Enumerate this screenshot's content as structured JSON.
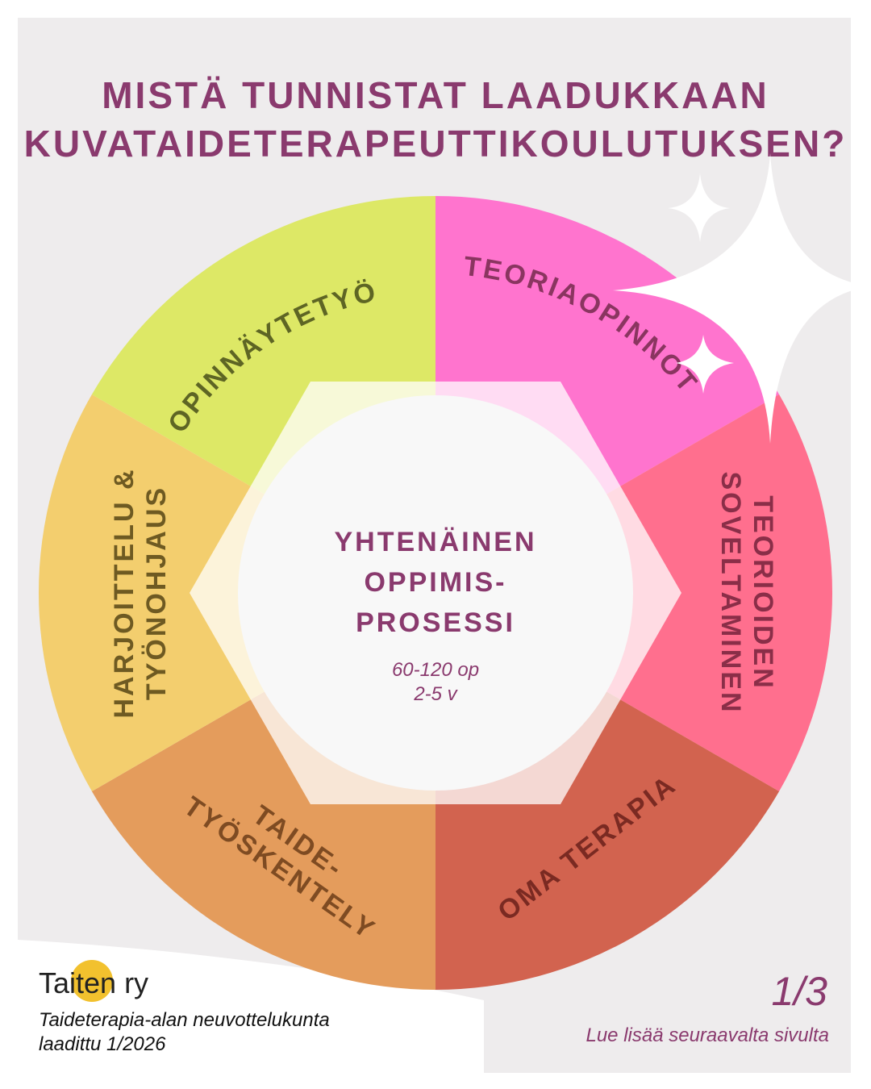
{
  "title": {
    "line1": "MISTÄ TUNNISTAT LAADUKKAAN",
    "line2": "KUVATAIDETERAPEUTTIKOULUTUKSEN?"
  },
  "segments": [
    {
      "label": "TEORIAOPINNOT",
      "color": "#FF74CE",
      "text_color": "#8A3560"
    },
    {
      "label1": "TEORIOIDEN",
      "label2": "SOVELTAMINEN",
      "color": "#FF6F8E",
      "text_color": "#8A2E48"
    },
    {
      "label": "OMA TERAPIA",
      "color": "#D2634F",
      "text_color": "#7A2A22"
    },
    {
      "label1": "TAIDE-",
      "label2": "TYÖSKENTELY",
      "color": "#E49C5C",
      "text_color": "#7E4B22"
    },
    {
      "label1": "HARJOITTELU &",
      "label2": "TYÖNOHJAUS",
      "color": "#F3CE6E",
      "text_color": "#6E5A22"
    },
    {
      "label": "OPINNÄYTETYÖ",
      "color": "#DDE866",
      "text_color": "#5E6524"
    }
  ],
  "center": {
    "line1": "YHTENÄINEN",
    "line2": "OPPIMIS-",
    "line3": "PROSESSI",
    "credits": "60-120 op",
    "duration": "2-5 v"
  },
  "footer": {
    "logo": "Taiten ry",
    "org_line1": "Taideterapia-alan neuvottelukunta",
    "org_line2": "laadittu 1/2026",
    "page": "1/3",
    "more": "Lue lisää seuraavalta sivulta"
  }
}
